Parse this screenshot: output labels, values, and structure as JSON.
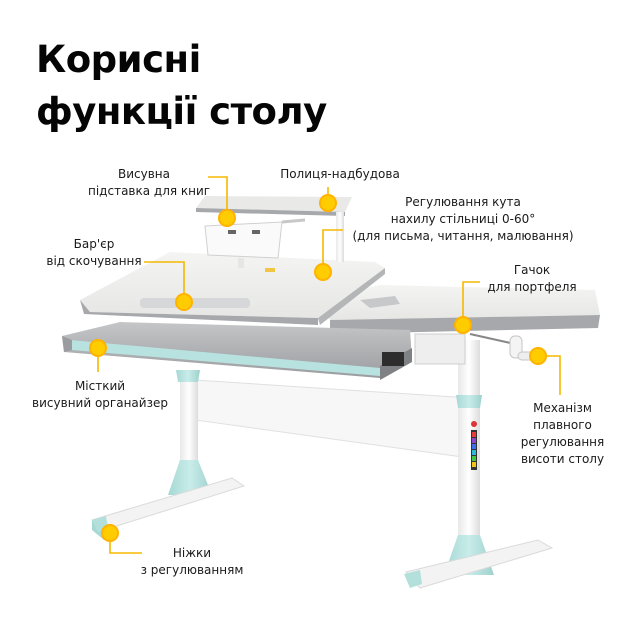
{
  "title": {
    "line1": "Корисні",
    "line2": "функції столу"
  },
  "callouts": [
    {
      "id": "book-stand",
      "lines": [
        "Висувна",
        "підставка для книг"
      ]
    },
    {
      "id": "shelf",
      "lines": [
        "Полиця-надбудова"
      ]
    },
    {
      "id": "tilt",
      "lines": [
        "Регулювання кута",
        "нахилу стільниці 0-60°",
        "(для письма, читання, малювання)"
      ]
    },
    {
      "id": "barrier",
      "lines": [
        "Бар'єр",
        "від скочування"
      ]
    },
    {
      "id": "hook",
      "lines": [
        "Гачок",
        "для портфеля"
      ]
    },
    {
      "id": "organizer",
      "lines": [
        "Місткий",
        "висувний органайзер"
      ]
    },
    {
      "id": "height-mechanism",
      "lines": [
        "Механізм",
        "плавного",
        "регулювання",
        "висоти столу"
      ]
    },
    {
      "id": "feet",
      "lines": [
        "Ніжки",
        "з регулюванням"
      ]
    }
  ],
  "colors": {
    "accent": "#ffcc00",
    "accent_line": "#f5b800",
    "desk_top": "#eeeeec",
    "desk_edge": "#a9abad",
    "mint": "#b9e3e0",
    "frame": "#f4f4f4"
  }
}
